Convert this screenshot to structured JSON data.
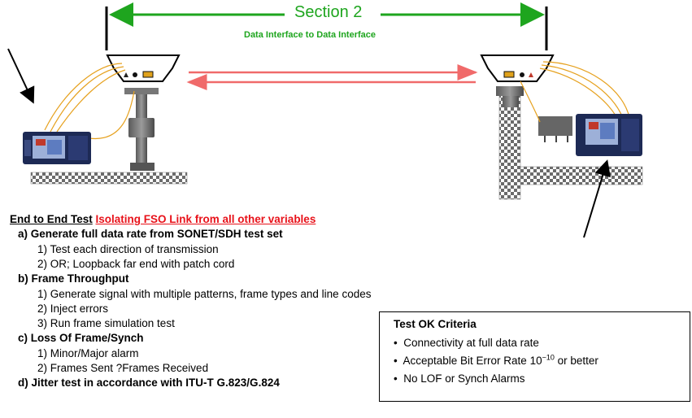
{
  "section": {
    "label": "Section 2",
    "sublabel": "Data Interface to Data Interface"
  },
  "heading": {
    "prefix": "End to End Test",
    "highlight": "Isolating FSO Link from all other variables"
  },
  "steps": [
    {
      "label": "a) Generate full data rate from SONET/SDH test set",
      "items": [
        "1) Test each direction of transmission",
        "2) OR; Loopback far end with patch cord"
      ]
    },
    {
      "label": "b) Frame Throughput",
      "items": [
        "1) Generate signal with multiple patterns, frame types and line codes",
        "2) Inject errors",
        "3) Run frame simulation test"
      ]
    },
    {
      "label": "c) Loss Of Frame/Synch",
      "items": [
        "1) Minor/Major alarm",
        "2) Frames Sent ?Frames Received"
      ]
    },
    {
      "label": "d) Jitter test in accordance with ITU-T G.823/G.824",
      "items": []
    }
  ],
  "criteria": {
    "title": "Test OK Criteria",
    "items": [
      {
        "bullet": "•",
        "text": "Connectivity at full data rate"
      },
      {
        "bullet": "•",
        "text": "Acceptable Bit Error Rate 10",
        "sup": "−10",
        "after": " or better"
      },
      {
        "bullet": "•",
        "text": "No LOF or Synch Alarms"
      }
    ]
  },
  "colors": {
    "section_green": "#1ea51e",
    "heading_red": "#e8121a",
    "beam_red": "#f06a6a",
    "fiber_orange": "#e6a11e"
  },
  "icons": [
    "fso-head-left-icon",
    "fso-head-right-icon",
    "test-set-left-icon",
    "test-set-right-icon",
    "patch-panel-icon",
    "pointer-arrow-left-icon",
    "pointer-arrow-right-icon"
  ]
}
